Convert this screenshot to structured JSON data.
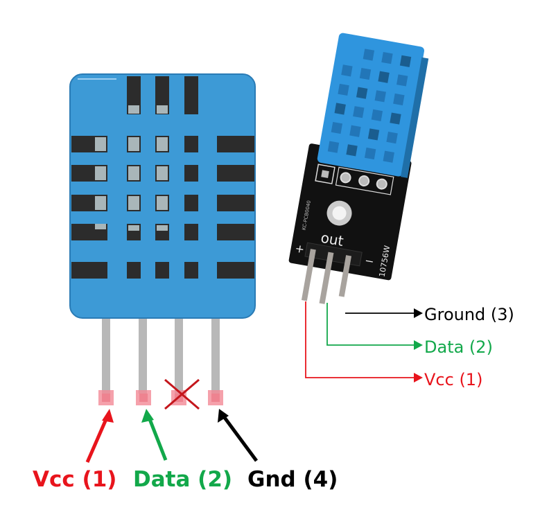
{
  "colors": {
    "vcc": "#e8141c",
    "data": "#12a84a",
    "gnd": "#000000",
    "sensor_blue": "#3d9ad6",
    "module_blue": "#2f95de",
    "pcb": "#111111"
  },
  "bare_sensor": {
    "pins": [
      {
        "label": "Vcc (1)",
        "color_key": "vcc",
        "connected": true
      },
      {
        "label": "Data (2)",
        "color_key": "data",
        "connected": true
      },
      {
        "label": "",
        "color_key": "",
        "connected": false
      },
      {
        "label": "Gnd (4)",
        "color_key": "gnd",
        "connected": true
      }
    ],
    "unused_pin_marker": "cross-icon"
  },
  "module": {
    "silkscreen": {
      "plus": "+",
      "minus": "−",
      "out": "out",
      "part_code": "10756W",
      "vendor_code": "KC-PCB0040"
    },
    "pins": [
      {
        "label": "Ground (3)",
        "color_key": "gnd"
      },
      {
        "label": "Data (2)",
        "color_key": "data"
      },
      {
        "label": "Vcc (1)",
        "color_key": "vcc"
      }
    ]
  }
}
